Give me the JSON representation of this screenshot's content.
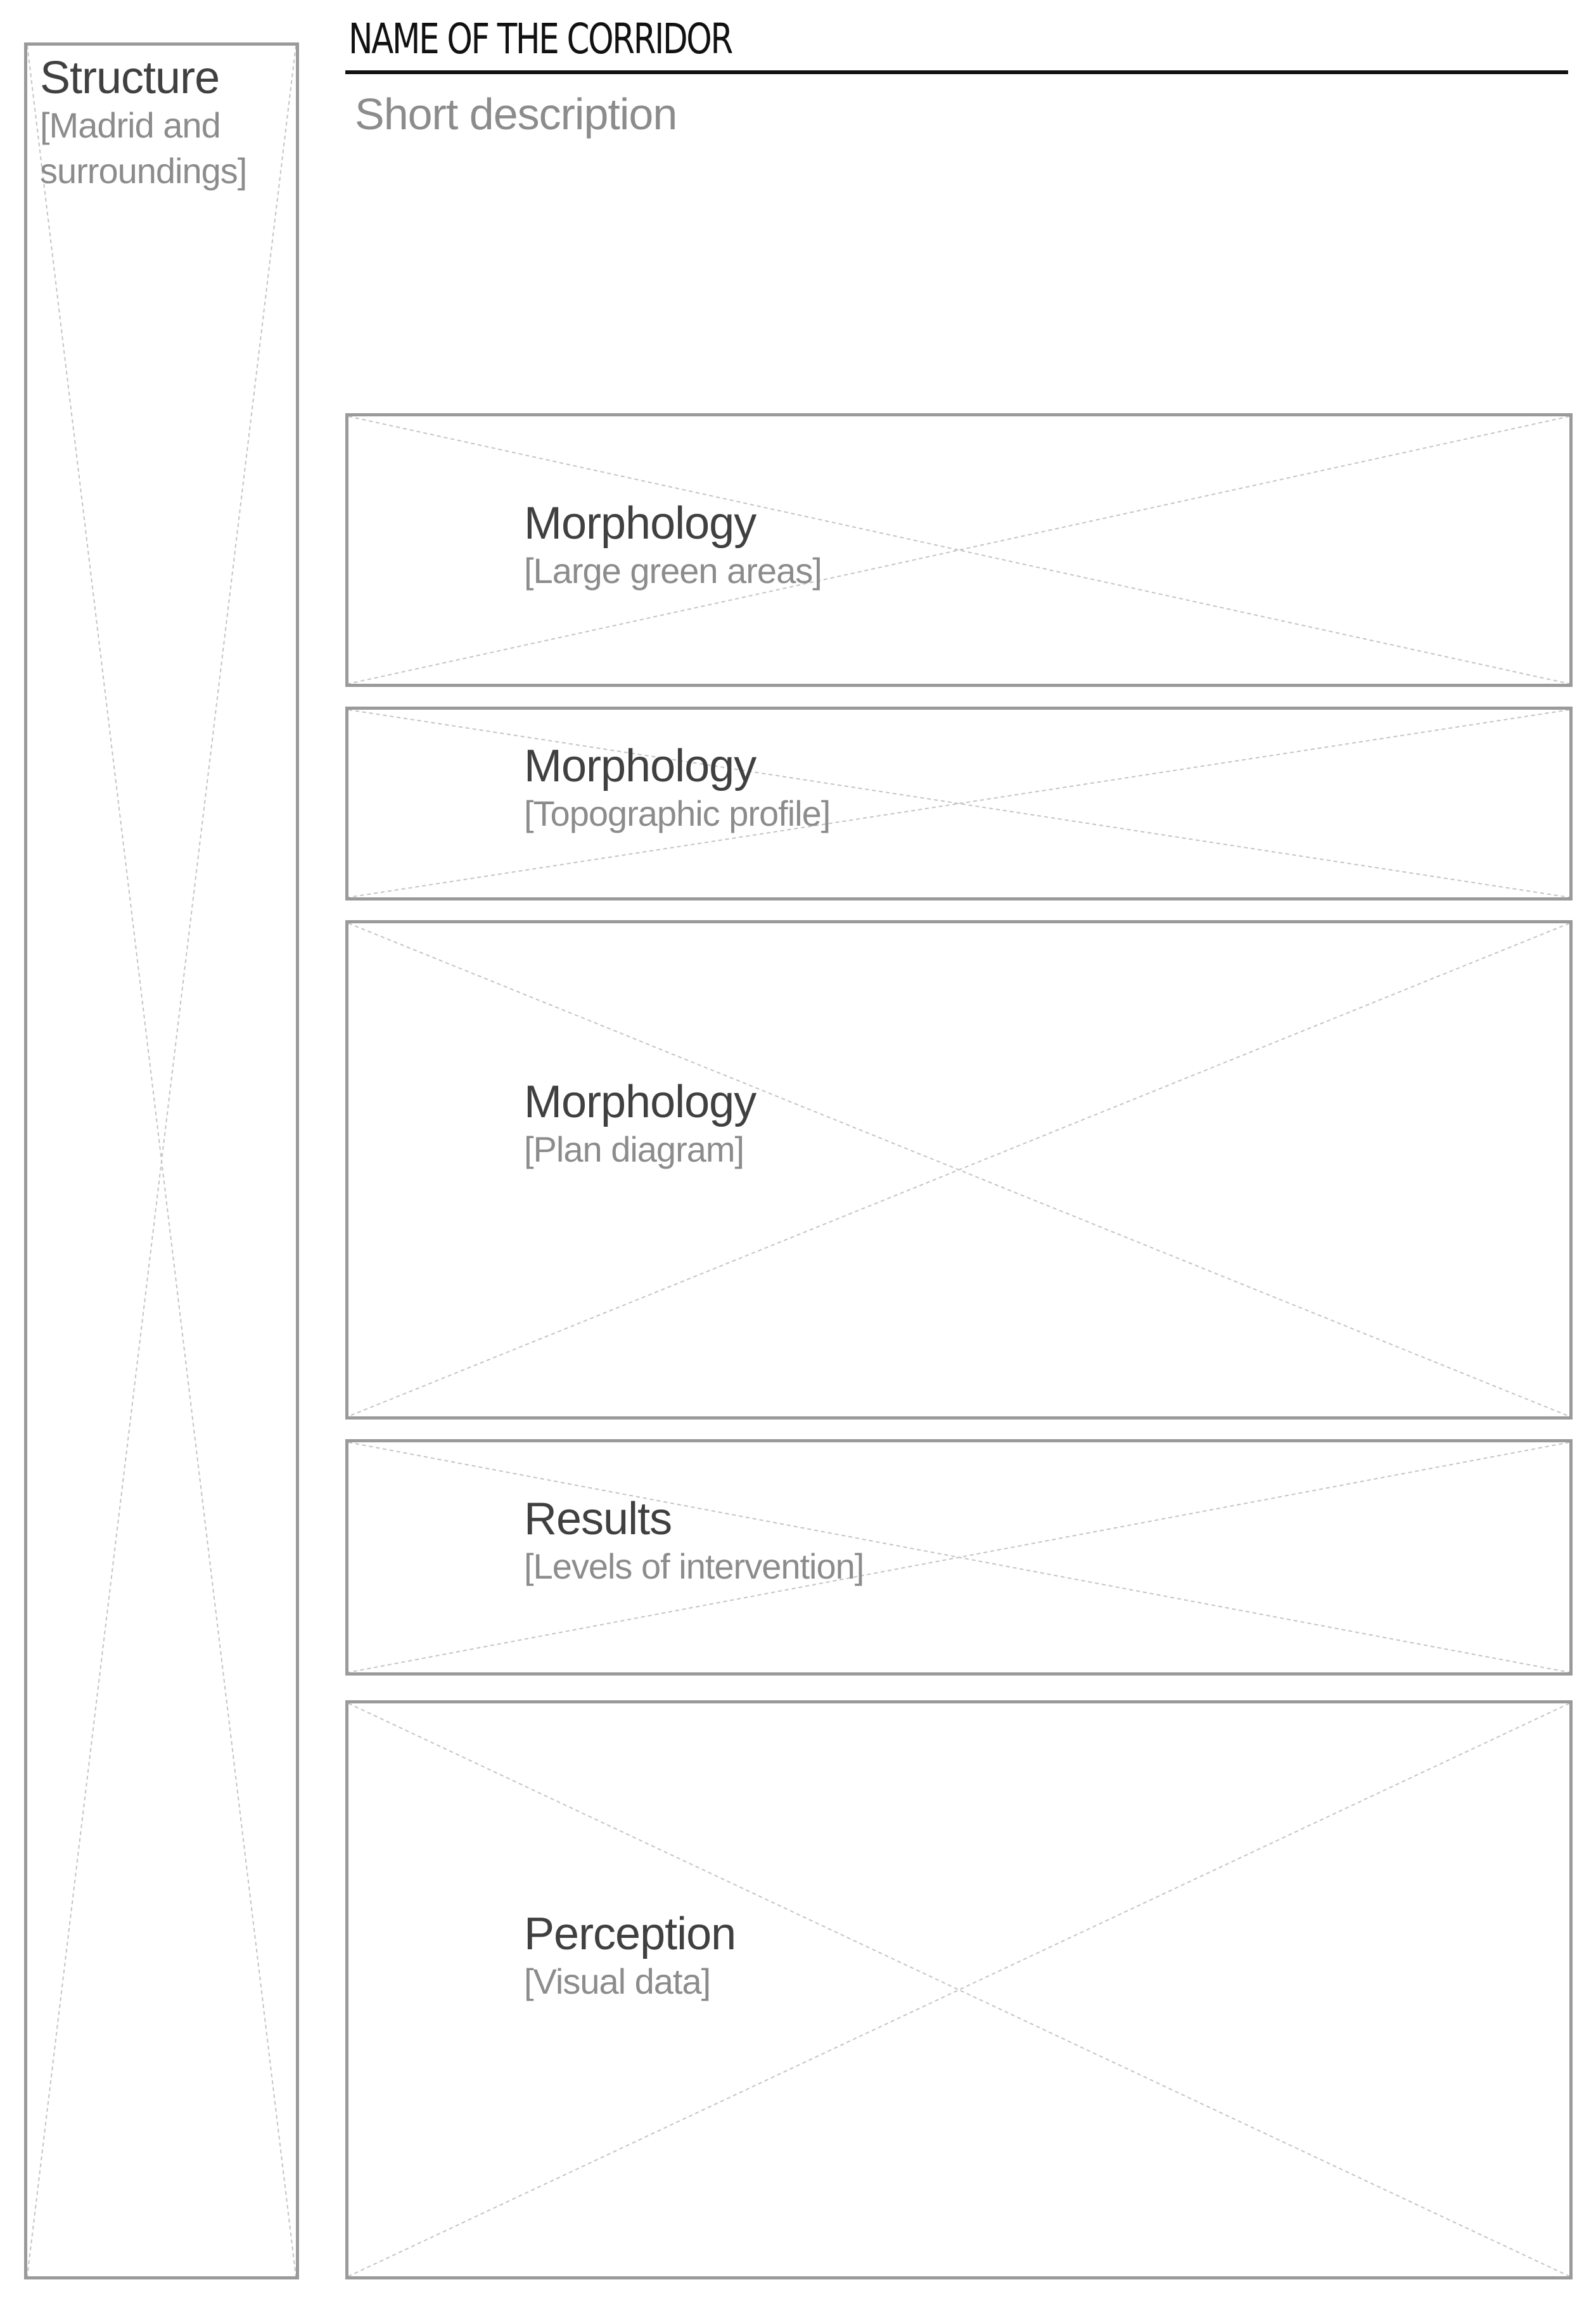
{
  "header": {
    "title": "NAME OF THE CORRIDOR",
    "description": "Short description"
  },
  "sidebar": {
    "title": "Structure",
    "subtitle": "[Madrid and surroundings]"
  },
  "panels": [
    {
      "title": "Morphology",
      "subtitle": "[Large green areas]"
    },
    {
      "title": "Morphology",
      "subtitle": "[Topographic profile]"
    },
    {
      "title": "Morphology",
      "subtitle": "[Plan diagram]"
    },
    {
      "title": "Results",
      "subtitle": "[Levels of intervention]"
    },
    {
      "title": "Perception",
      "subtitle": "[Visual data]"
    }
  ],
  "colors": {
    "frame": "#9a9a9a",
    "cross": "#c4c4c4",
    "title_text": "#404040",
    "subtitle_text": "#8c8c8c",
    "header_text": "#111111"
  }
}
